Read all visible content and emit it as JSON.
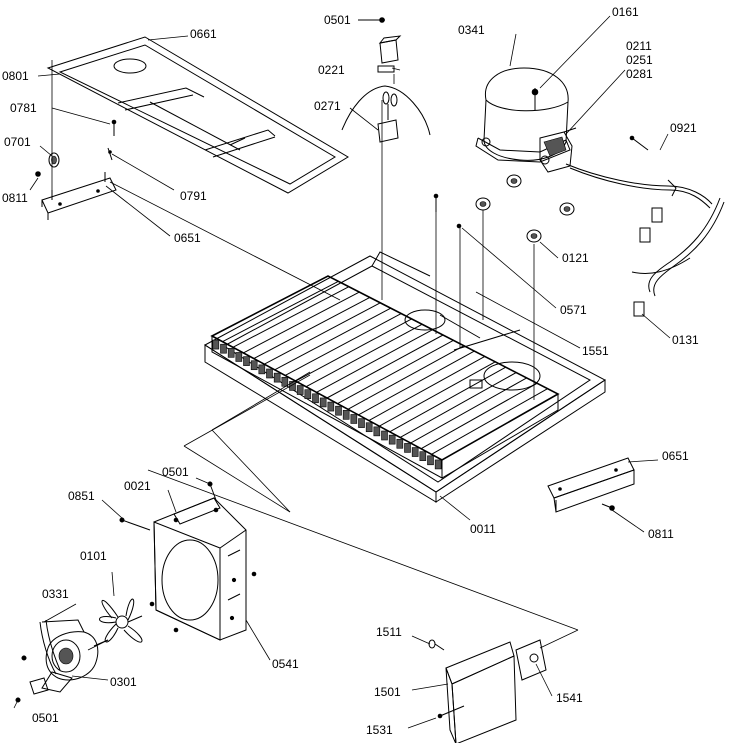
{
  "labels": {
    "l0501_top": "0501",
    "l0161": "0161",
    "l0341": "0341",
    "l0211": "0211",
    "l0251": "0251",
    "l0281": "0281",
    "l0661": "0661",
    "l0801": "0801",
    "l0221": "0221",
    "l0781": "0781",
    "l0271": "0271",
    "l0921": "0921",
    "l0701": "0701",
    "l0811_left": "0811",
    "l0791": "0791",
    "l0651_left": "0651",
    "l0121": "0121",
    "l0571": "0571",
    "l0131": "0131",
    "l1551": "1551",
    "l0651_right": "0651",
    "l0021": "0021",
    "l0501_mid": "0501",
    "l0851": "0851",
    "l0011": "0011",
    "l0811_right": "0811",
    "l0101": "0101",
    "l0331": "0331",
    "l0541": "0541",
    "l1511": "1511",
    "l0301": "0301",
    "l1501": "1501",
    "l1541": "1541",
    "l0501_bottom": "0501",
    "l1531": "1531"
  },
  "colors": {
    "ink": "#000000",
    "background": "#ffffff"
  }
}
